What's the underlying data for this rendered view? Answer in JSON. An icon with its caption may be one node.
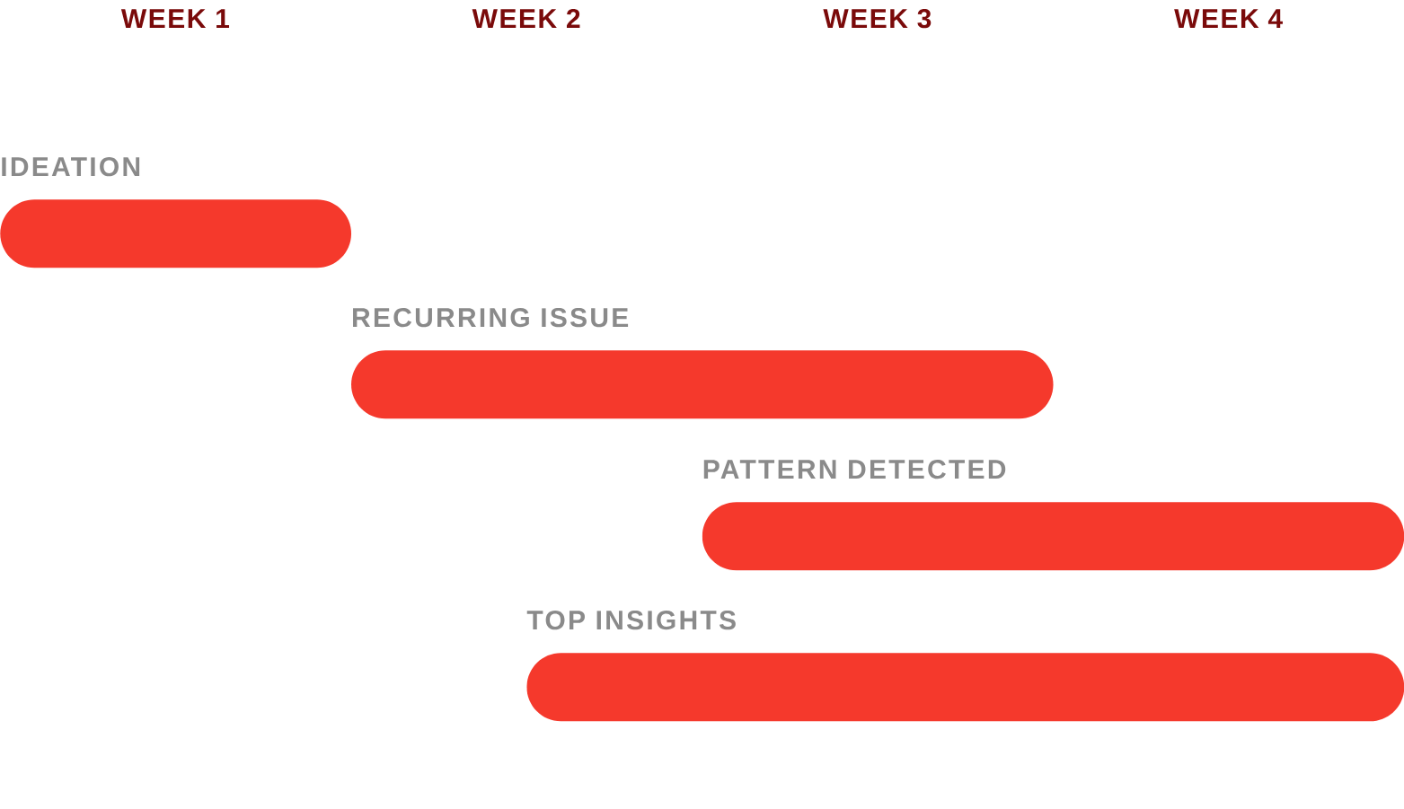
{
  "diagram": {
    "nodes": [
      {
        "text": [
          "IDEATION"
        ]
      },
      {
        "text": [
          "RECURRING ISSUE"
        ]
      },
      {
        "text": [
          "PATTERN DETECTED"
        ]
      },
      {
        "text": [
          "TOP INSIGHTS"
        ]
      }
    ],
    "labels": [
      "WEEK 1",
      "WEEK 2",
      "WEEK 3",
      "WEEK 4"
    ]
  }
}
